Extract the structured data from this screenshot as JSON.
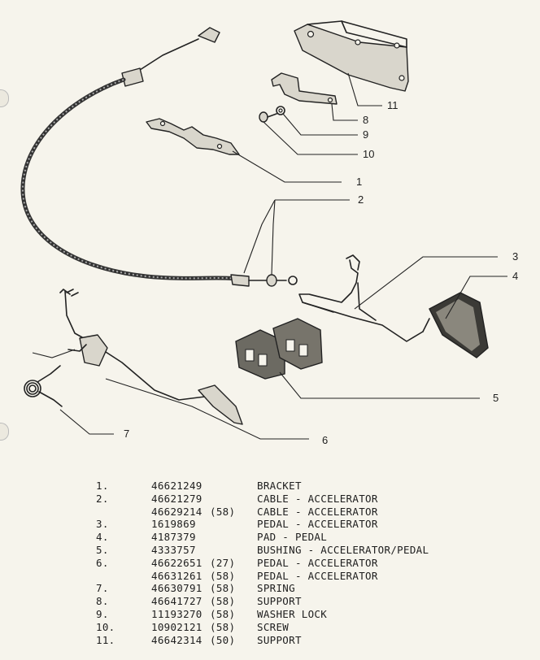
{
  "callouts": [
    "1",
    "2",
    "3",
    "4",
    "5",
    "6",
    "7",
    "8",
    "9",
    "10",
    "11"
  ],
  "parts": [
    {
      "num": "1.",
      "part": "46621249",
      "code": "",
      "desc": "BRACKET"
    },
    {
      "num": "2.",
      "part": "46621279",
      "code": "",
      "desc": "CABLE - ACCELERATOR"
    },
    {
      "num": "",
      "part": "46629214",
      "code": "(58)",
      "desc": "CABLE - ACCELERATOR"
    },
    {
      "num": "3.",
      "part": "1619869",
      "code": "",
      "desc": "PEDAL - ACCELERATOR"
    },
    {
      "num": "4.",
      "part": "4187379",
      "code": "",
      "desc": "PAD - PEDAL"
    },
    {
      "num": "5.",
      "part": "4333757",
      "code": "",
      "desc": "BUSHING - ACCELERATOR/PEDAL"
    },
    {
      "num": "6.",
      "part": "46622651",
      "code": "(27)",
      "desc": "PEDAL - ACCELERATOR"
    },
    {
      "num": "",
      "part": "46631261",
      "code": "(58)",
      "desc": "PEDAL - ACCELERATOR"
    },
    {
      "num": "7.",
      "part": "46630791",
      "code": "(58)",
      "desc": "SPRING"
    },
    {
      "num": "8.",
      "part": "46641727",
      "code": "(58)",
      "desc": "SUPPORT"
    },
    {
      "num": "9.",
      "part": "11193270",
      "code": "(58)",
      "desc": "WASHER LOCK"
    },
    {
      "num": "10.",
      "part": "10902121",
      "code": "(58)",
      "desc": "SCREW"
    },
    {
      "num": "11.",
      "part": "46642314",
      "code": "(50)",
      "desc": "SUPPORT"
    }
  ]
}
